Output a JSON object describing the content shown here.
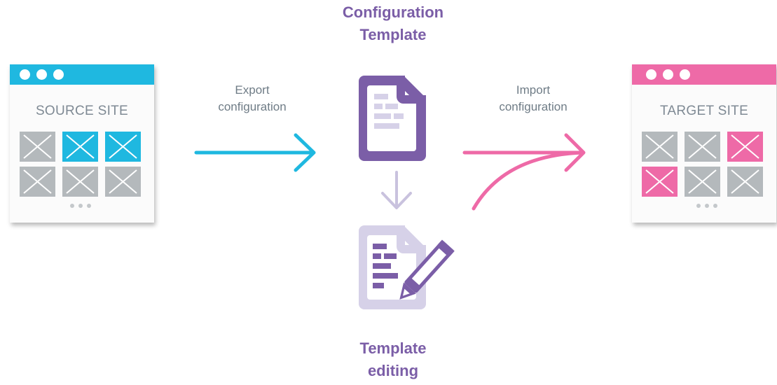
{
  "colors": {
    "source_accent": "#1fb8e0",
    "target_accent": "#ee6aa7",
    "template_purple": "#7b5ea7",
    "template_light": "#d6d1e8",
    "tile_gray": "#b4b9bc"
  },
  "source_site": {
    "title": "SOURCE SITE",
    "tiles": [
      "gray",
      "blue",
      "blue",
      "gray",
      "gray",
      "gray"
    ]
  },
  "target_site": {
    "title": "TARGET SITE",
    "tiles": [
      "gray",
      "gray",
      "pink",
      "pink",
      "gray",
      "gray"
    ]
  },
  "export": {
    "line1": "Export",
    "line2": "configuration"
  },
  "import": {
    "line1": "Import",
    "line2": "configuration"
  },
  "config_template": {
    "line1": "Configuration",
    "line2": "Template",
    "icon": "document-icon"
  },
  "template_editing": {
    "line1": "Template",
    "line2": "editing",
    "icon": "document-pencil-icon"
  }
}
